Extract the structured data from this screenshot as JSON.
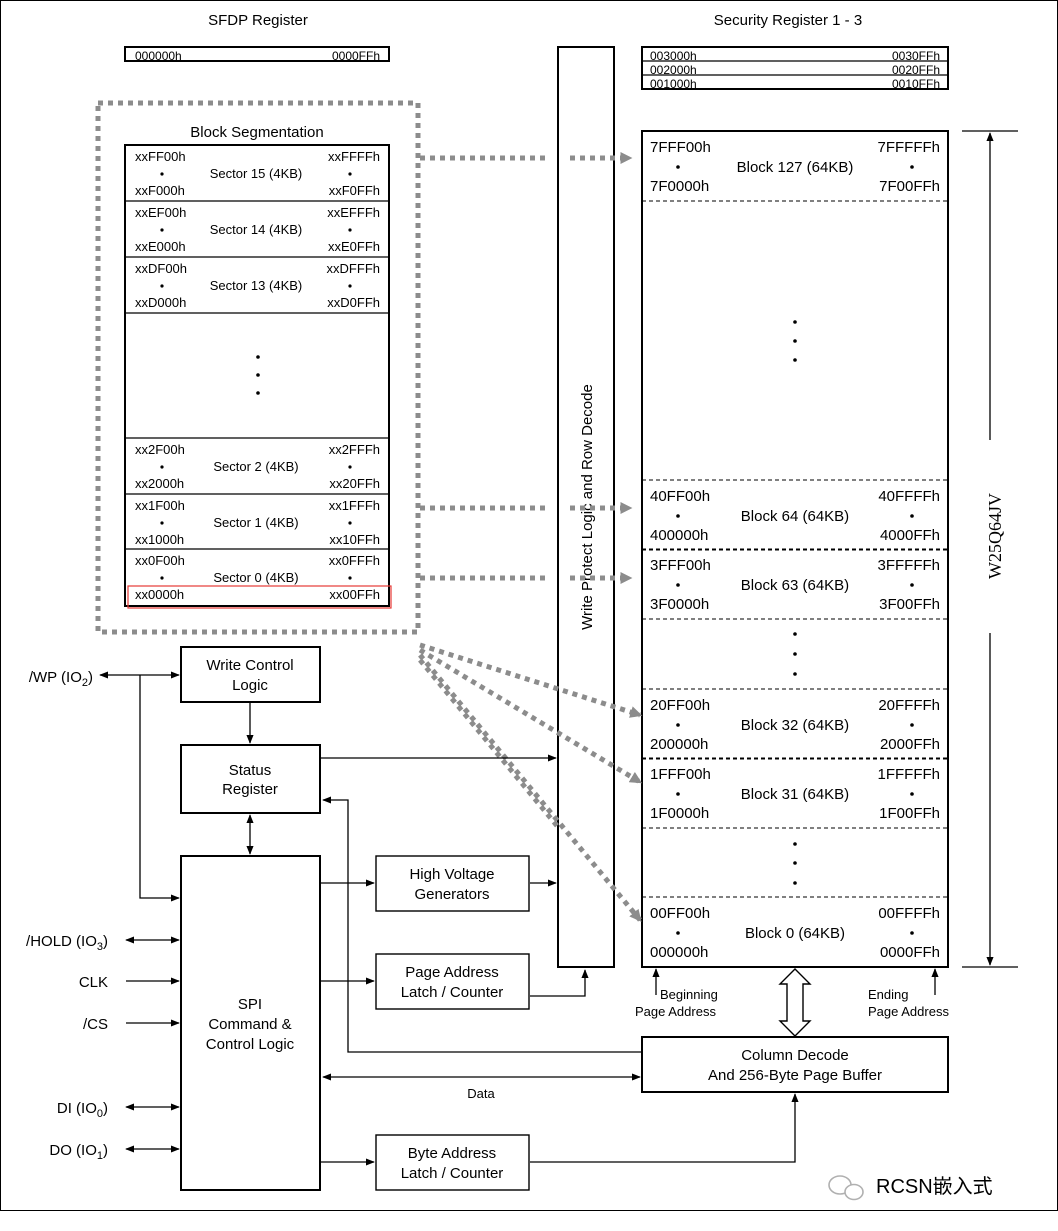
{
  "sfdp": {
    "title": "SFDP Register",
    "start": "000000h",
    "end": "0000FFh"
  },
  "security": {
    "title": "Security Register 1 - 3",
    "rows": [
      {
        "start": "003000h",
        "end": "0030FFh"
      },
      {
        "start": "002000h",
        "end": "0020FFh"
      },
      {
        "start": "001000h",
        "end": "0010FFh"
      }
    ]
  },
  "block_segmentation": {
    "title": "Block Segmentation",
    "sectors": [
      {
        "top_left": "xxFF00h",
        "top_right": "xxFFFFh",
        "label": "Sector 15 (4KB)",
        "bottom_left": "xxF000h",
        "bottom_right": "xxF0FFh"
      },
      {
        "top_left": "xxEF00h",
        "top_right": "xxEFFFh",
        "label": "Sector 14 (4KB)",
        "bottom_left": "xxE000h",
        "bottom_right": "xxE0FFh"
      },
      {
        "top_left": "xxDF00h",
        "top_right": "xxDFFFh",
        "label": "Sector 13 (4KB)",
        "bottom_left": "xxD000h",
        "bottom_right": "xxD0FFh"
      },
      {
        "top_left": "xx2F00h",
        "top_right": "xx2FFFh",
        "label": "Sector 2 (4KB)",
        "bottom_left": "xx2000h",
        "bottom_right": "xx20FFh"
      },
      {
        "top_left": "xx1F00h",
        "top_right": "xx1FFFh",
        "label": "Sector 1 (4KB)",
        "bottom_left": "xx1000h",
        "bottom_right": "xx10FFh"
      },
      {
        "top_left": "xx0F00h",
        "top_right": "xx0FFFh",
        "label": "Sector 0 (4KB)",
        "bottom_left": "xx0000h",
        "bottom_right": "xx00FFh"
      }
    ]
  },
  "memory_blocks": [
    {
      "top_left": "7FFF00h",
      "top_right": "7FFFFFh",
      "label": "Block 127 (64KB)",
      "bottom_left": "7F0000h",
      "bottom_right": "7F00FFh"
    },
    {
      "top_left": "40FF00h",
      "top_right": "40FFFFh",
      "label": "Block 64 (64KB)",
      "bottom_left": "400000h",
      "bottom_right": "4000FFh"
    },
    {
      "top_left": "3FFF00h",
      "top_right": "3FFFFFh",
      "label": "Block 63 (64KB)",
      "bottom_left": "3F0000h",
      "bottom_right": "3F00FFh"
    },
    {
      "top_left": "20FF00h",
      "top_right": "20FFFFh",
      "label": "Block 32 (64KB)",
      "bottom_left": "200000h",
      "bottom_right": "2000FFh"
    },
    {
      "top_left": "1FFF00h",
      "top_right": "1FFFFFh",
      "label": "Block 31 (64KB)",
      "bottom_left": "1F0000h",
      "bottom_right": "1F00FFh"
    },
    {
      "top_left": "00FF00h",
      "top_right": "00FFFFh",
      "label": "Block 0 (64KB)",
      "bottom_left": "000000h",
      "bottom_right": "0000FFh"
    }
  ],
  "chip_name": "W25Q64JV",
  "write_protect_label": "Write Protect Logic and Row Decode",
  "blocks": {
    "write_control": [
      "Write Control",
      "Logic"
    ],
    "status_register": [
      "Status",
      "Register"
    ],
    "high_voltage": [
      "High Voltage",
      "Generators"
    ],
    "page_address": [
      "Page Address",
      "Latch / Counter"
    ],
    "byte_address": [
      "Byte Address",
      "Latch / Counter"
    ],
    "spi": [
      "SPI",
      "Command &",
      "Control Logic"
    ],
    "column_decode": [
      "Column Decode",
      "And 256-Byte Page Buffer"
    ]
  },
  "pins": {
    "wp": {
      "main": "/WP (IO",
      "sub": "2",
      "close": ")"
    },
    "hold": {
      "main": "/HOLD (IO",
      "sub": "3",
      "close": ")"
    },
    "clk": {
      "main": "CLK"
    },
    "cs": {
      "main": "/CS"
    },
    "di": {
      "main": "DI (IO",
      "sub": "0",
      "close": ")"
    },
    "do": {
      "main": "DO (IO",
      "sub": "1",
      "close": ")"
    }
  },
  "labels": {
    "data": "Data",
    "beginning_page": [
      "Beginning",
      "Page Address"
    ],
    "ending_page": [
      "Ending",
      "Page Address"
    ]
  },
  "watermark": "RCSN嵌入式"
}
